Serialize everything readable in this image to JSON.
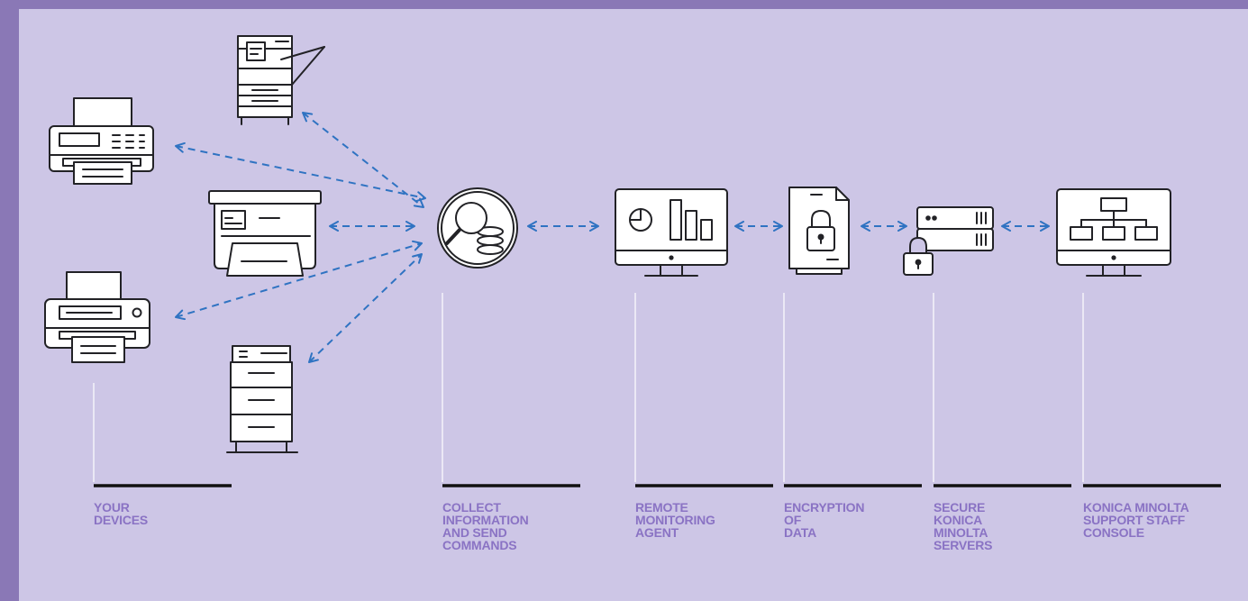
{
  "colors": {
    "border": "#8a78b6",
    "background": "#cdc6e6",
    "icon_stroke": "#222226",
    "arrow": "#2f73c2",
    "label": "#8a73c4",
    "guide_line": "#ffffff",
    "baseline": "#111111"
  },
  "stages": [
    {
      "id": "your-devices",
      "label": "YOUR\nDEVICES",
      "icons": [
        "fax-printer-icon",
        "office-copier-icon",
        "desktop-printer-icon",
        "inkjet-printer-icon",
        "tall-copier-icon"
      ]
    },
    {
      "id": "collect",
      "label": "COLLECT\nINFORMATION\nAND SEND\nCOMMANDS",
      "icons": [
        "magnifier-coins-icon"
      ]
    },
    {
      "id": "agent",
      "label": "REMOTE\nMONITORING\nAGENT",
      "icons": [
        "monitor-charts-icon"
      ]
    },
    {
      "id": "encryption",
      "label": "ENCRYPTION\nOF\nDATA",
      "icons": [
        "locked-document-icon"
      ]
    },
    {
      "id": "servers",
      "label": "SECURE\nKONICA\nMINOLTA\nSERVERS",
      "icons": [
        "locked-server-icon"
      ]
    },
    {
      "id": "console",
      "label": "KONICA MINOLTA\nSUPPORT STAFF\nCONSOLE",
      "icons": [
        "monitor-org-chart-icon"
      ]
    }
  ],
  "connectors": [
    "bidirectional-dashed-arrow"
  ]
}
